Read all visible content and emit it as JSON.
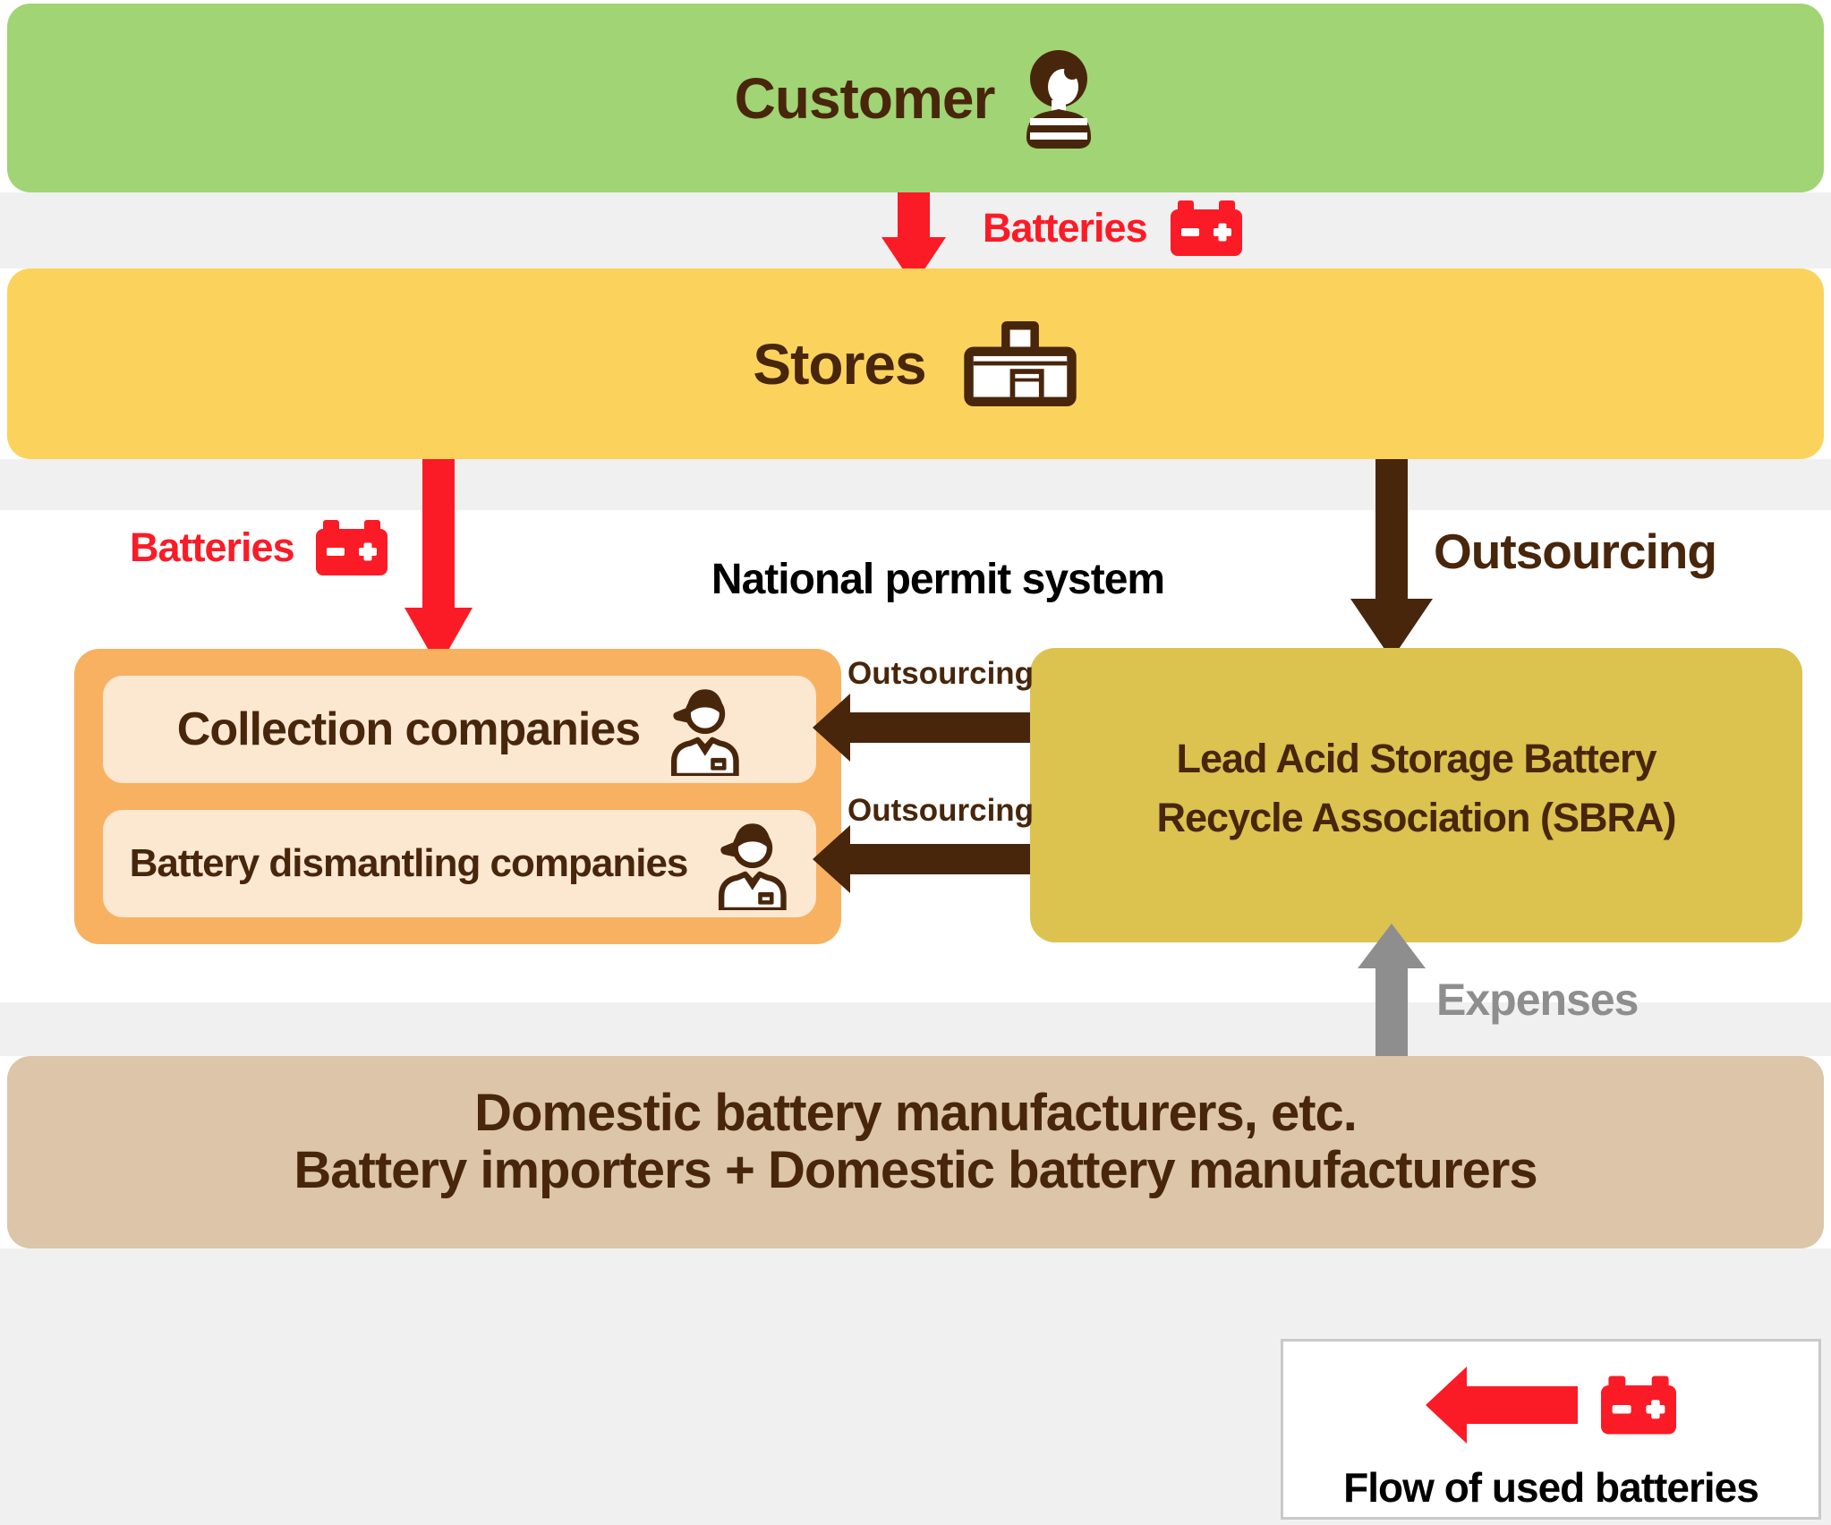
{
  "customer": {
    "title": "Customer"
  },
  "stores": {
    "title": "Stores"
  },
  "flows": {
    "batteries_top": "Batteries",
    "batteries_left": "Batteries",
    "outsourcing_main": "Outsourcing",
    "outsourcing_1": "Outsourcing",
    "outsourcing_2": "Outsourcing",
    "expenses": "Expenses"
  },
  "permit": {
    "label": "National permit system"
  },
  "collection": {
    "title": "Collection companies"
  },
  "dismantling": {
    "title": "Battery dismantling companies"
  },
  "sbra": {
    "line1": "Lead Acid Storage Battery",
    "line2": "Recycle Association (SBRA)"
  },
  "manufacturers": {
    "line1": "Domestic battery manufacturers, etc.",
    "line2": "Battery importers + Domestic battery manufacturers"
  },
  "legend": {
    "label": "Flow of used batteries"
  },
  "icons": {
    "customer": "person-icon",
    "stores": "store-icon",
    "batteries": "battery-icon",
    "companies": "worker-icon"
  },
  "colors": {
    "green": "#a0d474",
    "yellow": "#fbd35c",
    "orange": "#f8b161",
    "cream": "#fce8d1",
    "olive": "#dcc24f",
    "tan": "#dcc5a9",
    "red": "#fb1b26",
    "brown": "#48260c",
    "gray": "#8e8e8e",
    "band_gray": "#f0f0f1",
    "legend_border": "#c9c9c9"
  }
}
